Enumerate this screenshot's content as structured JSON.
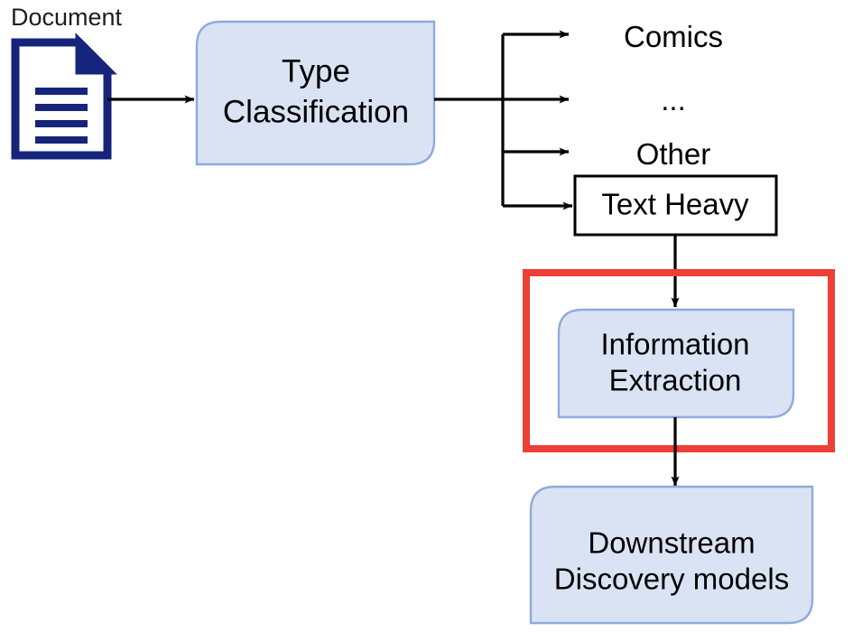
{
  "diagram": {
    "title_caption": "Document",
    "nodes": {
      "document_icon": {
        "name": "document-icon",
        "caption": "Document"
      },
      "type_classification": {
        "label_line1": "Type",
        "label_line2": "Classification"
      },
      "text_heavy": {
        "label": "Text Heavy"
      },
      "information_extraction": {
        "label_line1": "Information",
        "label_line2": "Extraction"
      },
      "downstream": {
        "label_line1": "Downstream",
        "label_line2": "Discovery models"
      }
    },
    "branch_labels": [
      {
        "label": "Comics"
      },
      {
        "label": "..."
      },
      {
        "label": "Other"
      }
    ],
    "colors": {
      "process_fill": "#dae3f3",
      "process_stroke": "#8faadc",
      "highlight": "#ed3e38",
      "icon_navy": "#16257b",
      "arrow": "#000000",
      "box_stroke": "#000000",
      "background": "#ffffff"
    }
  }
}
